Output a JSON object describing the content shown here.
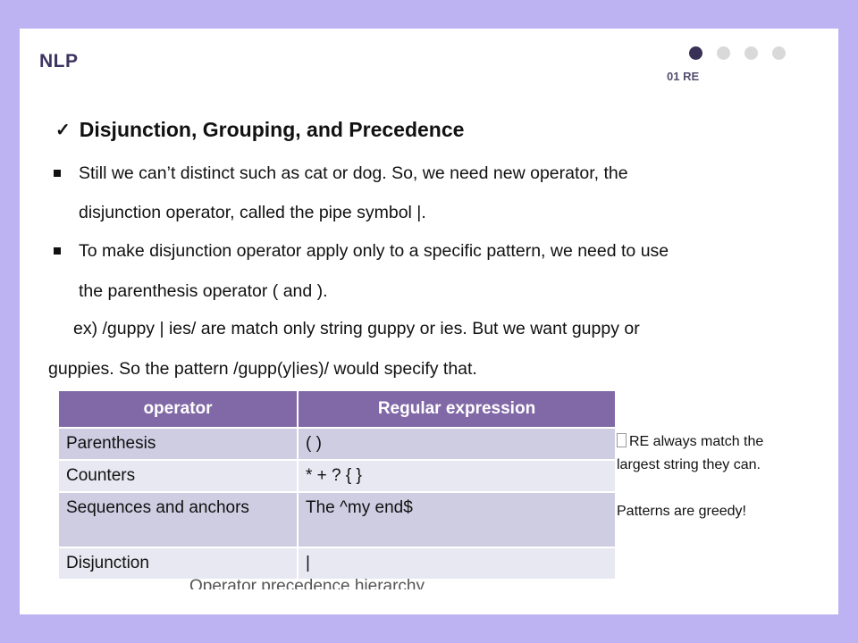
{
  "header": {
    "brand": "NLP",
    "section": "01 RE",
    "progress_dots": 4,
    "active_dot": 0
  },
  "heading": {
    "check_icon": "✓",
    "text": "Disjunction, Grouping, and Precedence"
  },
  "body": {
    "bullet1_line1": "Still we can’t distinct such as cat or dog. So, we need new operator, the",
    "bullet1_line2": "disjunction operator, called the pipe symbol |.",
    "bullet2_line1": "To make disjunction operator apply only to a specific pattern, we need to use",
    "bullet2_line2": "the parenthesis operator ( and ).",
    "example_line1": "ex) /guppy | ies/ are match only string guppy or ies. But we want guppy or",
    "example_line2": "guppies. So the pattern /gupp(y|ies)/ would specify that."
  },
  "table": {
    "headers": [
      "operator",
      "Regular expression"
    ],
    "rows": [
      [
        "Parenthesis",
        "( )"
      ],
      [
        "Counters",
        "* + ? { }"
      ],
      [
        "Sequences and anchors",
        "The ^my end$"
      ],
      [
        "Disjunction",
        "|"
      ]
    ],
    "caption": "Operator precedence hierarchy"
  },
  "side_note": {
    "line1": "RE always match the",
    "line2": "largest string they can.",
    "line3": "Patterns are greedy!"
  },
  "colors": {
    "background": "#bdb3f3",
    "table_header": "#8169a7",
    "row_odd": "#cfcde2",
    "row_even": "#e8e8f2",
    "brand": "#3e3461"
  }
}
